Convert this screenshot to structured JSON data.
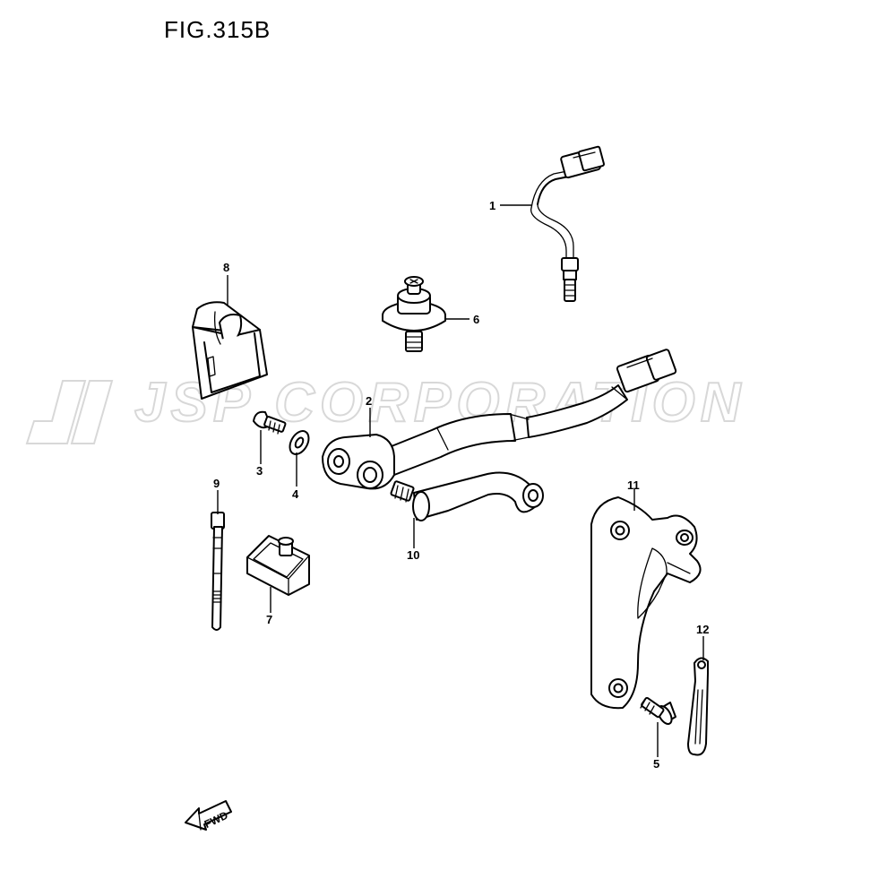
{
  "figure": {
    "title": "FIG.315B"
  },
  "watermark": {
    "text": "JSP CORPORATION"
  },
  "direction_marker": {
    "label": "FWD"
  },
  "callouts": {
    "c1": "1",
    "c2": "2",
    "c3": "3",
    "c4": "4",
    "c5": "5",
    "c6": "6",
    "c7": "7",
    "c8": "8",
    "c9": "9",
    "c10": "10",
    "c11": "11",
    "c12": "12"
  }
}
